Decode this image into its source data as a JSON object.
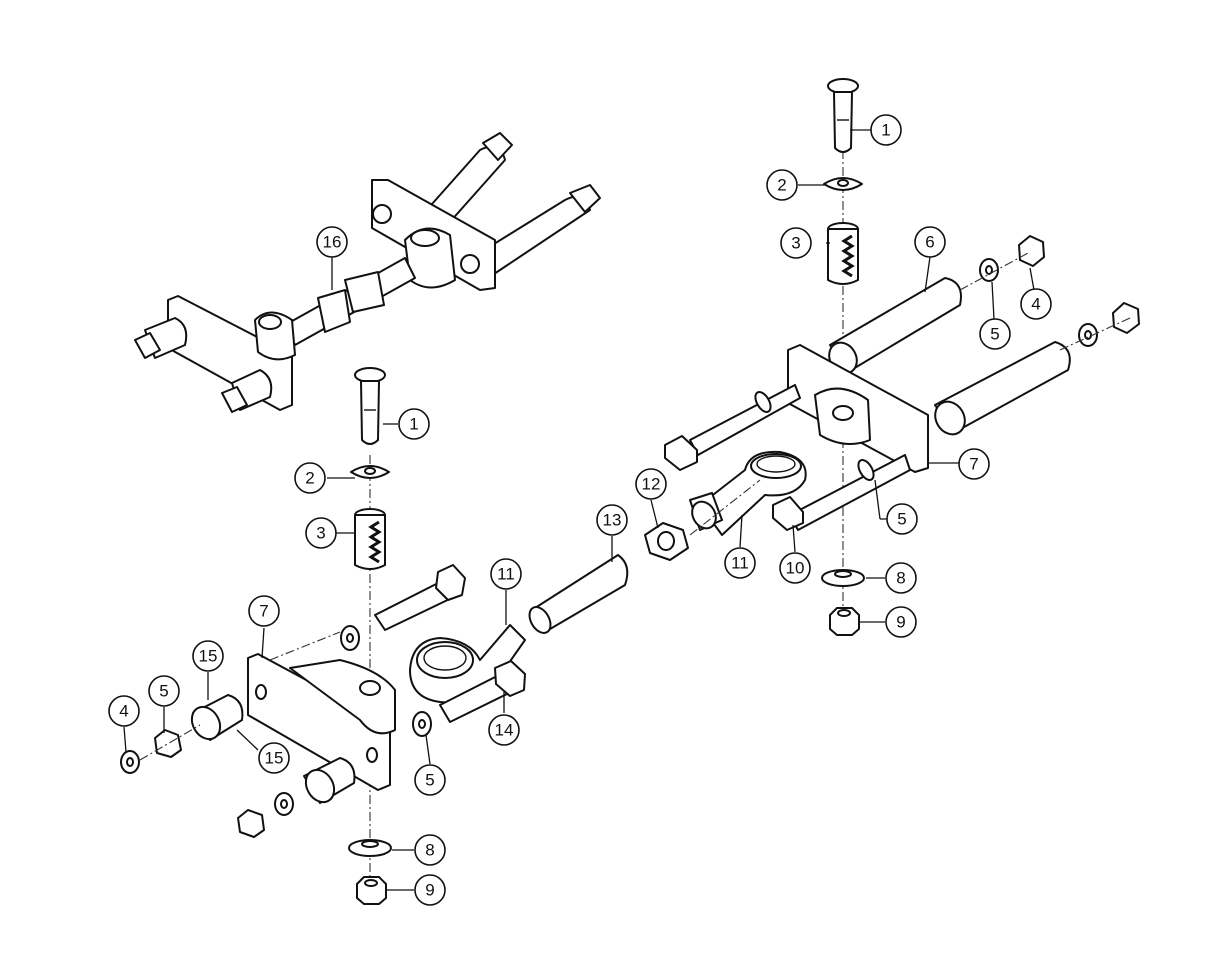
{
  "callouts": [
    {
      "id": "c1a",
      "label": "1"
    },
    {
      "id": "c2a",
      "label": "2"
    },
    {
      "id": "c3a",
      "label": "3"
    },
    {
      "id": "c4a",
      "label": "4"
    },
    {
      "id": "c5a",
      "label": "5"
    },
    {
      "id": "c5b",
      "label": "5"
    },
    {
      "id": "c6",
      "label": "6"
    },
    {
      "id": "c7a",
      "label": "7"
    },
    {
      "id": "c8a",
      "label": "8"
    },
    {
      "id": "c9a",
      "label": "9"
    },
    {
      "id": "c10",
      "label": "10"
    },
    {
      "id": "c11a",
      "label": "11"
    },
    {
      "id": "c12",
      "label": "12"
    },
    {
      "id": "c13",
      "label": "13"
    },
    {
      "id": "c16",
      "label": "16"
    },
    {
      "id": "c1b",
      "label": "1"
    },
    {
      "id": "c2b",
      "label": "2"
    },
    {
      "id": "c3b",
      "label": "3"
    },
    {
      "id": "c7b",
      "label": "7"
    },
    {
      "id": "c11b",
      "label": "11"
    },
    {
      "id": "c14",
      "label": "14"
    },
    {
      "id": "c15a",
      "label": "15"
    },
    {
      "id": "c15b",
      "label": "15"
    },
    {
      "id": "c5c",
      "label": "5"
    },
    {
      "id": "c4b",
      "label": "4"
    },
    {
      "id": "c5d",
      "label": "5"
    },
    {
      "id": "c8b",
      "label": "8"
    },
    {
      "id": "c9b",
      "label": "9"
    }
  ]
}
